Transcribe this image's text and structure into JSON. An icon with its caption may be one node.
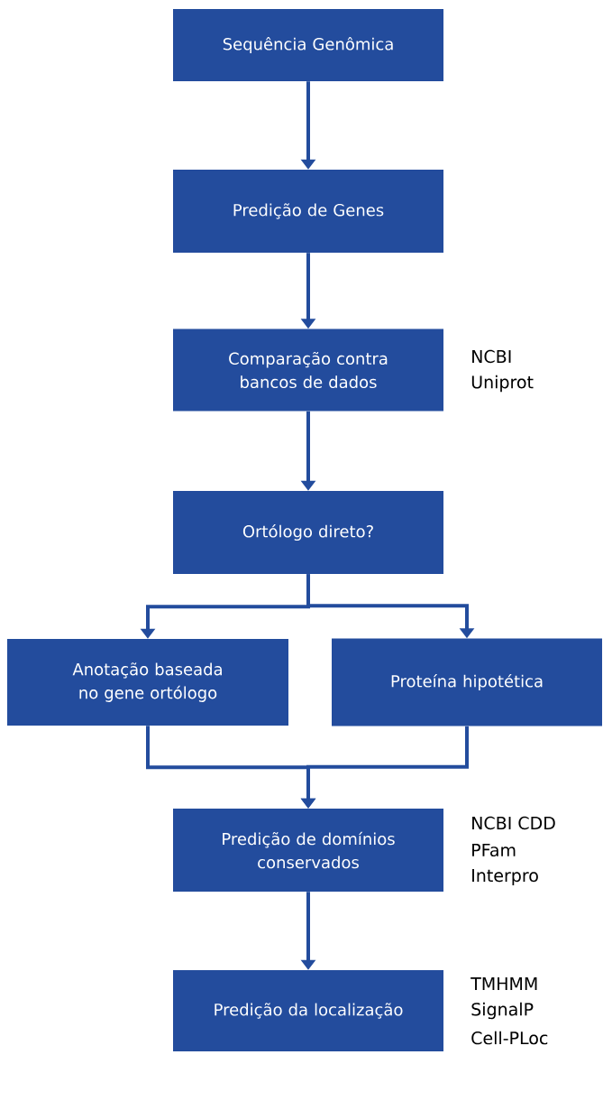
{
  "diagram": {
    "nodes": [
      {
        "text": [
          "Sequência Genômica"
        ]
      },
      {
        "text": [
          "Predição de Genes"
        ]
      },
      {
        "text": [
          "Comparação contra bancos de dados"
        ],
        "beside": [
          "NCBI",
          "Uniprot"
        ]
      },
      {
        "text": [
          "Ortólogo direto?"
        ]
      },
      {
        "text": [
          "Anotação baseada no gene ortólogo"
        ]
      },
      {
        "text": [
          "Proteína hipotética"
        ]
      },
      {
        "text": [
          "Predição de domínios conservados"
        ],
        "beside": [
          "NCBI CDD",
          "PFam",
          "Interpro"
        ]
      },
      {
        "text": [
          "Predição da localização"
        ],
        "beside": [
          "TMHMM",
          "SignalP",
          "Cell-PLoc"
        ]
      }
    ],
    "edges": [
      {
        "from": 0,
        "to": 1,
        "arrow": "to"
      },
      {
        "from": 1,
        "to": 2,
        "arrow": "to"
      },
      {
        "from": 2,
        "to": 3,
        "arrow": "to"
      },
      {
        "from": 3,
        "to": 4,
        "arrow": "to"
      },
      {
        "from": 3,
        "to": 5,
        "arrow": "to"
      },
      {
        "from": 4,
        "to": 6,
        "arrow": "to"
      },
      {
        "from": 5,
        "to": 6,
        "arrow": "to"
      },
      {
        "from": 6,
        "to": 7,
        "arrow": "to"
      }
    ]
  }
}
